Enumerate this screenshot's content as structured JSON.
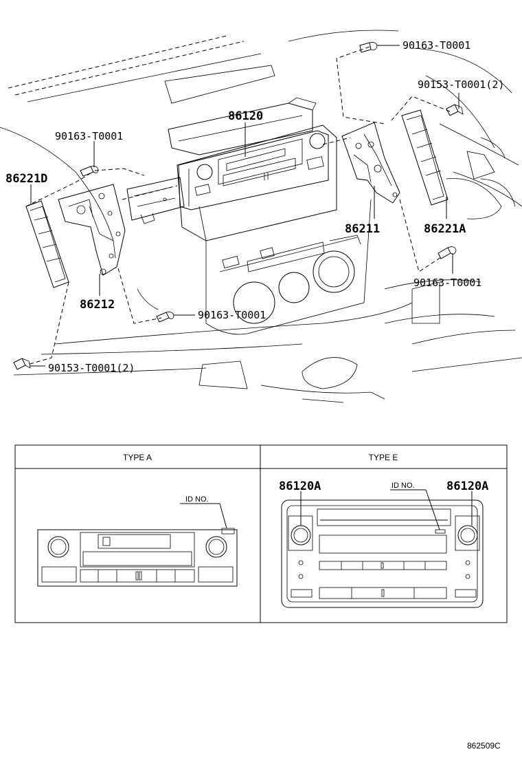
{
  "callouts": {
    "c1": "90163-T0001",
    "c2": "90153-T0001(2)",
    "c3": "86120",
    "c4": "90163-T0001",
    "c5": "86221D",
    "c6": "86211",
    "c7": "86221A",
    "c8": "86212",
    "c9": "90163-T0001",
    "c10": "90163-T0001",
    "c11": "90153-T0001(2)"
  },
  "table": {
    "type_a_header": "TYPE A",
    "type_e_header": "TYPE E",
    "type_a_id_label": "ID NO.",
    "type_e_id_label": "ID NO.",
    "type_e_left_part": "86120A",
    "type_e_right_part": "86120A"
  },
  "figure_code": "862509C"
}
